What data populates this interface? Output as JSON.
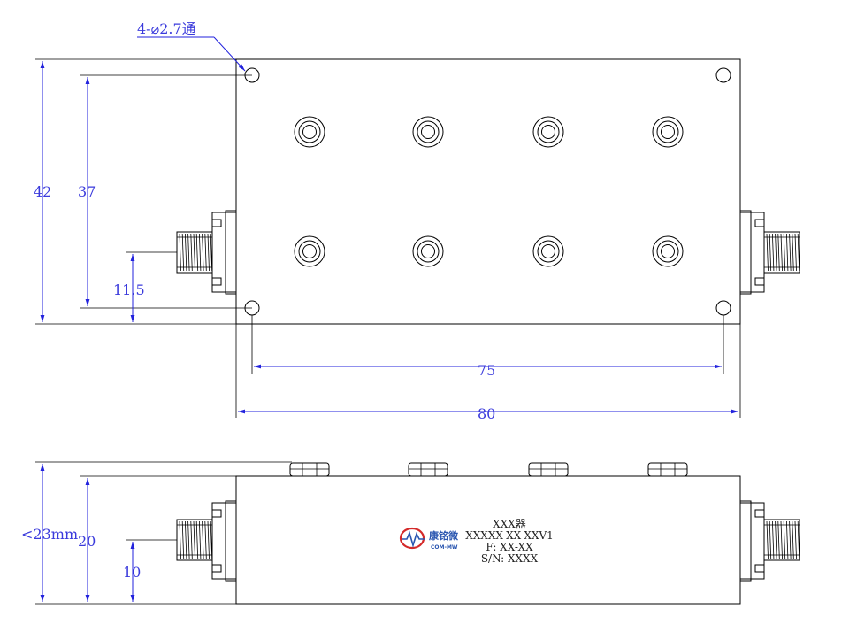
{
  "top_view": {
    "hole_note": "4-⌀2.7通",
    "dim_height_outer": "42",
    "dim_height_holes": "37",
    "dim_connector_offset": "11.5",
    "dim_width_holes": "75",
    "dim_width_outer": "80"
  },
  "side_view": {
    "dim_height_max": "<23mm",
    "dim_height_body": "20",
    "dim_connector_height": "10"
  },
  "label": {
    "line1": "XXX器",
    "line2": "XXXXX-XX-XXV1",
    "line3": "F: XX-XX",
    "line4": "S/N: XXXX",
    "logo_cn": "康铭微",
    "logo_en": "COM-MW"
  },
  "colors": {
    "dimension": "#2222dd",
    "outline": "#000000",
    "logo_red": "#d42a2a",
    "logo_blue": "#2a56b0"
  }
}
